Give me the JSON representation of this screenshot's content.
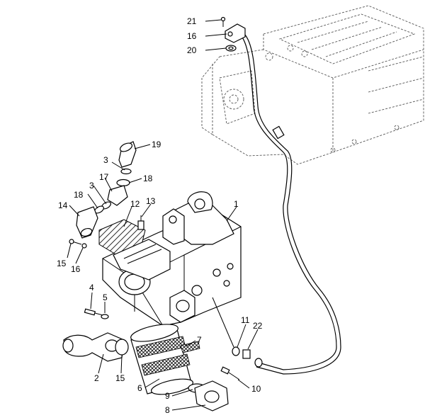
{
  "callouts": [
    {
      "id": "c21",
      "text": "21"
    },
    {
      "id": "c16a",
      "text": "16"
    },
    {
      "id": "c20",
      "text": "20"
    },
    {
      "id": "c19",
      "text": "19"
    },
    {
      "id": "c3a",
      "text": "3"
    },
    {
      "id": "c17",
      "text": "17"
    },
    {
      "id": "c18a",
      "text": "18"
    },
    {
      "id": "c18b",
      "text": "18"
    },
    {
      "id": "c3b",
      "text": "3"
    },
    {
      "id": "c14",
      "text": "14"
    },
    {
      "id": "c12",
      "text": "12"
    },
    {
      "id": "c13",
      "text": "13"
    },
    {
      "id": "c1",
      "text": "1"
    },
    {
      "id": "c15a",
      "text": "15"
    },
    {
      "id": "c16b",
      "text": "16"
    },
    {
      "id": "c4",
      "text": "4"
    },
    {
      "id": "c5",
      "text": "5"
    },
    {
      "id": "c11",
      "text": "11"
    },
    {
      "id": "c22",
      "text": "22"
    },
    {
      "id": "c7",
      "text": "7"
    },
    {
      "id": "c2",
      "text": "2"
    },
    {
      "id": "c15b",
      "text": "15"
    },
    {
      "id": "c6",
      "text": "6"
    },
    {
      "id": "c10",
      "text": "10"
    },
    {
      "id": "c9",
      "text": "9"
    },
    {
      "id": "c8",
      "text": "8"
    }
  ]
}
